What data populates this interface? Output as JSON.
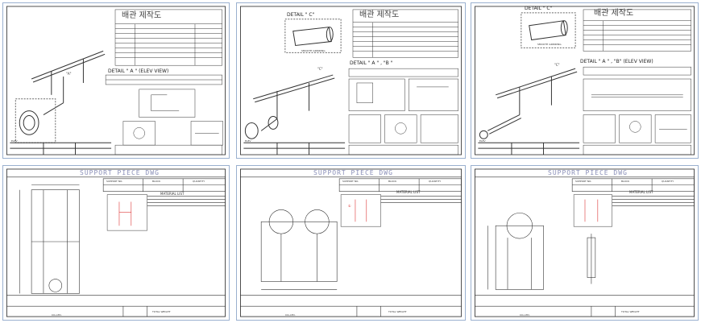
{
  "top_panels": [
    {
      "title_kr": "배관 제작도",
      "detail_heading": "DETAIL \" A \" (ELEV VIEW)",
      "callout": "\"A\"",
      "bottom_label": "ELEV"
    },
    {
      "title_kr": "배관 제작도",
      "detail_c": "DETAIL \" C\"",
      "grinding": "SMOOTH GRINDING",
      "detail_heading": "DETAIL \" A \" , \"B \"",
      "callout": "\"C\"",
      "bottom_label": "ELEV"
    },
    {
      "title_kr": "배관 제작도",
      "detail_c": "DETAIL \" C\"",
      "grinding": "SMOOTH GRINDING",
      "detail_heading": "DETAIL \" A \" , \"B\" (ELEV VIEW)",
      "callout": "\"C\"",
      "bottom_label": "ELEV"
    }
  ],
  "bottom_panels": [
    {
      "title": "SUPPORT PIECE DWG",
      "list_title": "MATERIAL LIST",
      "col1": "SUPPORT NO.",
      "col2": "BLOCK",
      "col3": "QUANTITY",
      "total": "TOTAL WEIGHT",
      "company": "CO.,LTD."
    },
    {
      "title": "SUPPORT PIECE DWG",
      "list_title": "MATERIAL LIST",
      "col1": "SUPPORT NO.",
      "col2": "BLOCK",
      "col3": "QUANTITY",
      "total": "TOTAL WEIGHT",
      "company": "CO.,LTD.",
      "marker": "①"
    },
    {
      "title": "SUPPORT PIECE DWG",
      "list_title": "MATERIAL LIST",
      "col1": "SUPPORT NO.",
      "col2": "BLOCK",
      "col3": "QUANTITY",
      "total": "TOTAL WEIGHT",
      "company": "CO.,LTD."
    }
  ]
}
